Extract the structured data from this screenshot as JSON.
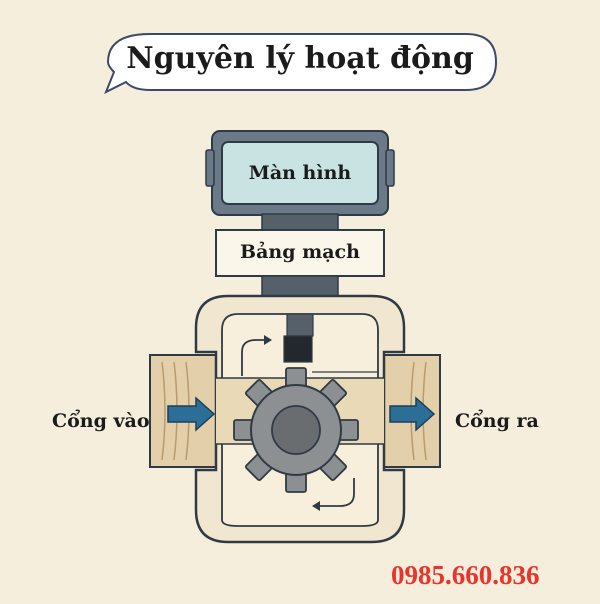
{
  "title": "Nguyên lý hoạt động",
  "labels": {
    "screen": "Màn hình",
    "circuit_board": "Bảng mạch",
    "inlet": "Cổng vào",
    "outlet": "Cổng ra"
  },
  "phone": "0985.660.836",
  "colors": {
    "background": "#f6eedd",
    "body_fill": "#f1e6cf",
    "outline": "#2f3a45",
    "bubble_stroke": "#3b4a6b",
    "screen_fill": "#c9e3e2",
    "head_frame": "#6b7a88",
    "stem": "#55606b",
    "gear": "#8d9093",
    "gear_hub": "#6a6d70",
    "arrow": "#2d6e98",
    "pipe": "#e3cfa9",
    "phone_red": "#e8342a"
  },
  "icons": [
    "speech-bubble",
    "flow-arrow",
    "gear-icon",
    "rotation-arrow"
  ]
}
